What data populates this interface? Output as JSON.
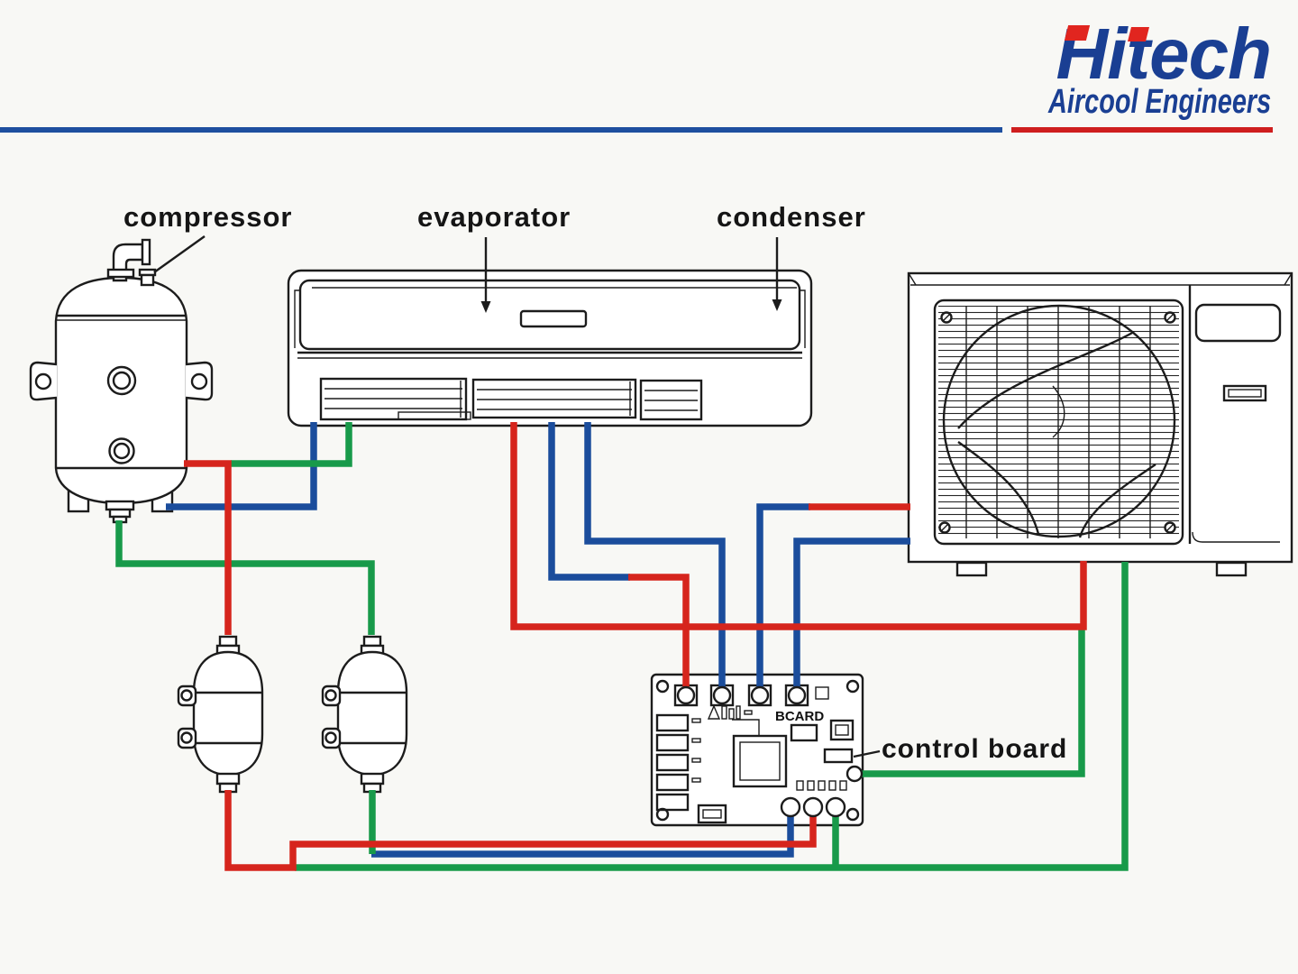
{
  "page": {
    "bg": "#f8f8f5",
    "ink": "#1c1c1c"
  },
  "header": {
    "brand": "Hitech",
    "tagline": "Aircool Engineers",
    "brand_color": "#1a3f93",
    "accent_red": "#e1251f",
    "divider_blue": "#1e4f9f",
    "divider_red": "#cf1e1e"
  },
  "labels": {
    "compressor": "compressor",
    "evaporator": "evaporator",
    "condenser": "condenser",
    "control_board": "control board"
  },
  "control_board": {
    "silkscreen": "BCARD"
  },
  "wires": {
    "red": "#d6251d",
    "blue": "#1b4d9c",
    "green": "#189a4a"
  }
}
